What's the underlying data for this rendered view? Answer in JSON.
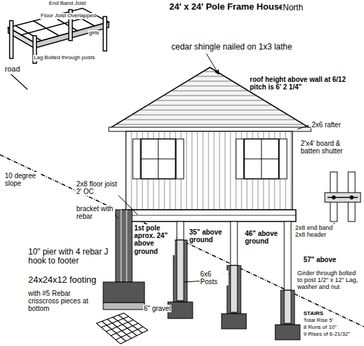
{
  "diagram": {
    "title": "24' x 24' Pole Frame House",
    "labels": [
      "North",
      "End Band Joist",
      "Floor Joist Overlapped",
      "girts",
      "Lag Bolted through posts",
      "road",
      "cedar shingle nailed on 1x3 lathe",
      "roof height above wall at 6/12 pitch is 6' 2 1/4\"",
      "2x6 rafter",
      "2'x4' board & batten shutter",
      "10 degree slope",
      "2x8 floor joist 2' OC",
      "bracket with rebar",
      "1st pole aprox. 24\" above ground",
      "35\" above ground",
      "46\" above ground",
      "57\" above",
      "2x8 end band 2x8 header",
      "6x6 Posts",
      "10\" pier with 4 rebar J hook to footer",
      "24x24x12 footing",
      "with #5 Rebar crisscross pieces at bottom",
      "6\" gravel",
      "Girder through bolted to post 1/2\" x 12\" Lag, washer and nut",
      "STAIRS",
      "Total Rise 5'",
      "8 Runs of 10\"",
      "9 Rises of 6-21/32\""
    ]
  }
}
